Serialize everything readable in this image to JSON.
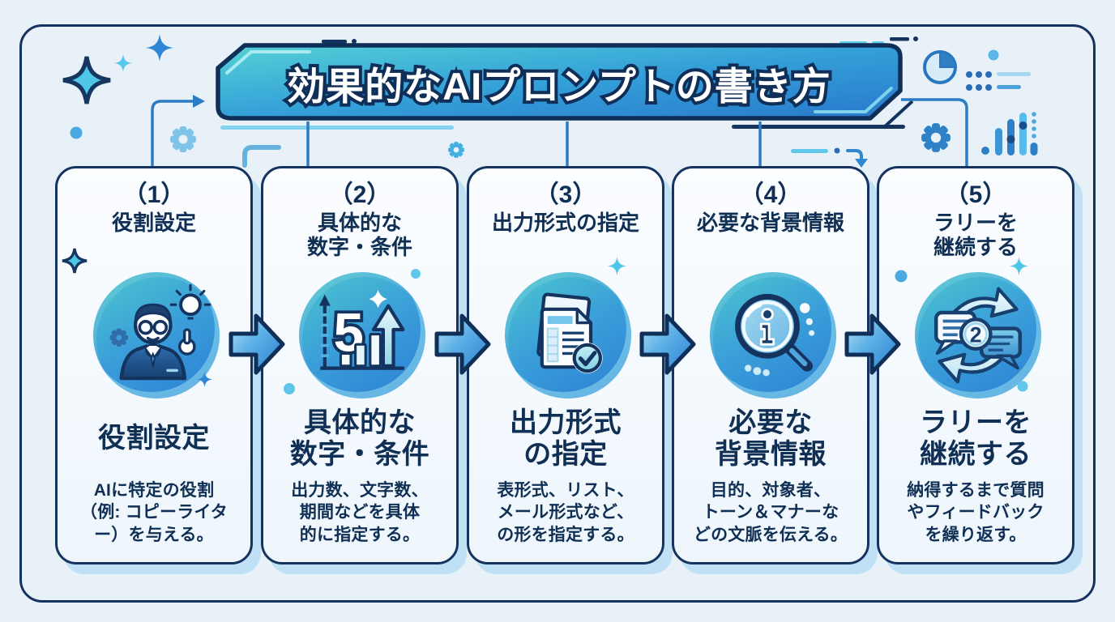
{
  "title": "効果的なAIプロンプトの書き方",
  "theme": {
    "navy": "#14335e",
    "ink": "#102f54",
    "bg": "#e9f1f8",
    "line-blue": "#2c7cc4",
    "card-bg": "#f8fbfe",
    "card-shadow": "#bfe0f5",
    "accent-cyan": "#5ac6ea"
  },
  "steps": [
    {
      "number_label": "（1）",
      "header_lines": [
        "役割設定"
      ],
      "icon": "person-idea-icon",
      "heading_lines": [
        "役割設定"
      ],
      "body_lines": [
        "AIに特定の役割",
        "（例: コピーライタ",
        "ー）を与える。"
      ]
    },
    {
      "number_label": "（2）",
      "header_lines": [
        "具体的な",
        "数字・条件"
      ],
      "icon": "growth-chart-icon",
      "icon_number": "5",
      "heading_lines": [
        "具体的な",
        "数字・条件"
      ],
      "body_lines": [
        "出力数、文字数、",
        "期間などを具体",
        "的に指定する。"
      ]
    },
    {
      "number_label": "（3）",
      "header_lines": [
        "出力形式の指定"
      ],
      "icon": "document-check-icon",
      "heading_lines": [
        "出力形式",
        "の指定"
      ],
      "body_lines": [
        "表形式、リスト、",
        "メール形式など、",
        "の形を指定する。"
      ]
    },
    {
      "number_label": "（4）",
      "header_lines": [
        "必要な背景情報"
      ],
      "icon": "info-magnifier-icon",
      "heading_lines": [
        "必要な",
        "背景情報"
      ],
      "body_lines": [
        "目的、対象者、",
        "トーン＆マナーな",
        "どの文脈を伝える。"
      ]
    },
    {
      "number_label": "（5）",
      "header_lines": [
        "ラリーを",
        "継続する"
      ],
      "icon": "chat-cycle-icon",
      "icon_number": "2",
      "heading_lines": [
        "ラリーを",
        "継続する"
      ],
      "body_lines": [
        "納得するまで質問",
        "やフィードバック",
        "を繰り返す。"
      ]
    }
  ],
  "decorations": {
    "top_left": [
      "sparkle-icon",
      "sparkle-icon",
      "sparkle-icon",
      "dot",
      "gear-icon",
      "arrow-connector"
    ],
    "top_center": [
      "gear-icon",
      "connector-lines",
      "dash-dot-arrow"
    ],
    "top_right": [
      "pie-chart-icon",
      "dot-grid-lines",
      "gear-icon",
      "bar-chart-icon"
    ],
    "between_cards": [
      "right-arrow-icon",
      "right-arrow-icon",
      "right-arrow-icon",
      "right-arrow-icon"
    ]
  }
}
